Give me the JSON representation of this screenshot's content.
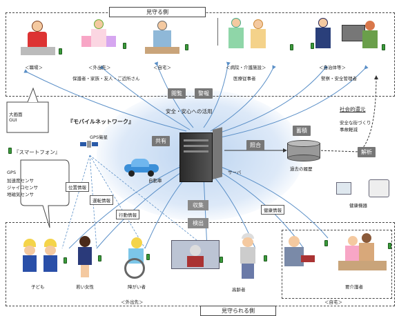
{
  "top": {
    "title": "見守る側",
    "items": [
      {
        "label": "＜職場＞"
      },
      {
        "label": "＜外出先＞"
      },
      {
        "label": "＜自宅＞"
      },
      {
        "label": "＜病院・介護施設＞"
      },
      {
        "label": "＜自治体等＞"
      }
    ],
    "group_family": "保護者・家族・友人・ご近所さん",
    "group_medical": "医療従事者",
    "group_police": "警察・安全管理者"
  },
  "center": {
    "view": "閲覧",
    "alert": "警報",
    "safety": "安全・安心への活用",
    "mobile_network": "『モバイルネットワーク』",
    "share": "共有",
    "gps_sat": "GPS衛星",
    "car": "自動車",
    "server": "サーバ",
    "collate": "照合",
    "accumulate": "蓄積",
    "past_history": "過去の履歴",
    "analyze": "解析",
    "collect": "収集",
    "detect": "検出",
    "social_return": "社会的還元",
    "safe_town": "安全な街づくり",
    "accident_reduction": "事故軽減"
  },
  "left": {
    "big_screen": "大画面",
    "gui": "GUI",
    "smartphone": "『スマートフォン』",
    "sensors": [
      "GPS",
      "加速度センサ",
      "ジャイロセンサ",
      "地磁気センサ"
    ]
  },
  "info_tags": {
    "position": "位置情報",
    "driving": "運転情報",
    "activity": "行動情報",
    "health": "健康情報",
    "health_device": "健康機器"
  },
  "bottom": {
    "title": "見守られる側",
    "people": [
      "子ども",
      "若い女性",
      "障がい者",
      "高齢者",
      "要介護者"
    ],
    "outing": "＜外出先＞",
    "home": "＜自宅＞"
  },
  "colors": {
    "phone": "#3a9a3a",
    "arrow": "#5a8fc7",
    "glow": "#cfe0f5"
  }
}
